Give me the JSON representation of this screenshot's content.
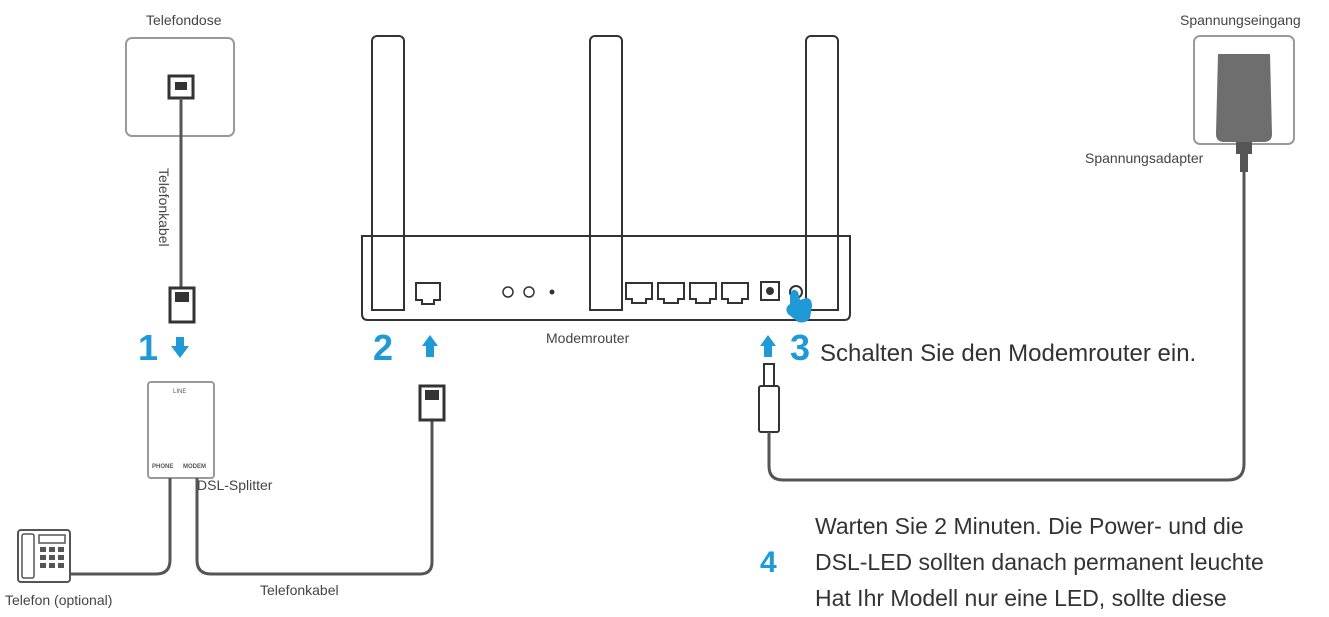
{
  "labels": {
    "telefondose": "Telefondose",
    "telefonkabel_vertical": "Telefonkabel",
    "telefonkabel_bottom": "Telefonkabel",
    "dsl_splitter": "DSL-Splitter",
    "telefon": "Telefon (optional)",
    "modemrouter": "Modemrouter",
    "spannungseingang": "Spannungseingang",
    "spannungsadapter": "Spannungsadapter"
  },
  "splitter_ports": {
    "top": "LINE",
    "phone": "PHONE",
    "modem": "MODEM"
  },
  "steps": {
    "s1": "1",
    "s2": "2",
    "s3": "3",
    "s4": "4"
  },
  "instructions": {
    "step3": "Schalten Sie den Modemrouter ein.",
    "step4_line1": "Warten Sie 2 Minuten. Die Power- und die",
    "step4_line2": "DSL-LED sollten danach permanent leuchte",
    "step4_line3": "Hat Ihr Modell nur eine LED, sollte diese"
  },
  "colors": {
    "accent": "#1f9ad6",
    "line": "#555555",
    "device_fill": "#ffffff",
    "device_border": "#999999"
  }
}
